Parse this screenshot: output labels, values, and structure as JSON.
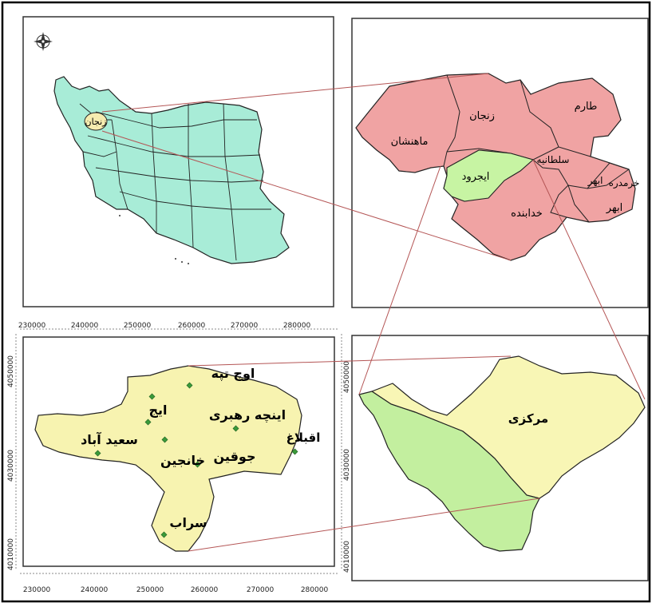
{
  "colors": {
    "iran_fill": "#a8ecd7",
    "province_fill": "#f0a3a3",
    "ijrud_fill": "#c7f4a3",
    "county_fill": "#f7f3b0",
    "markazi_fill": "#f8f6b5",
    "west_fill": "#c3ef9f",
    "zanjan_highlight": "#f6ecb0",
    "connector": "#b45555",
    "village_point": "#3a9a3a",
    "frame": "#000000"
  },
  "iran_panel": {
    "province_label": "زنجان",
    "north_arrow_icon": "compass-rose-icon"
  },
  "province_panel": {
    "counties": [
      "طارم",
      "زنجان",
      "ماهنشان",
      "سلطانیه",
      "ایجرود",
      "خرمدره",
      "ابهر",
      "ابهر",
      "خدابنده"
    ]
  },
  "county_panel": {
    "villages": [
      "اوچ تپه",
      "ایج",
      "اینچه رهبری",
      "اقبلاغ",
      "سعید آباد",
      "جوقین",
      "خانجین",
      "سراب"
    ],
    "x_ticks": [
      "230000",
      "240000",
      "250000",
      "260000",
      "270000",
      "280000"
    ],
    "y_ticks": [
      "4050000",
      "4030000",
      "4010000"
    ]
  },
  "district_panel": {
    "district_label": "مرکزی"
  }
}
